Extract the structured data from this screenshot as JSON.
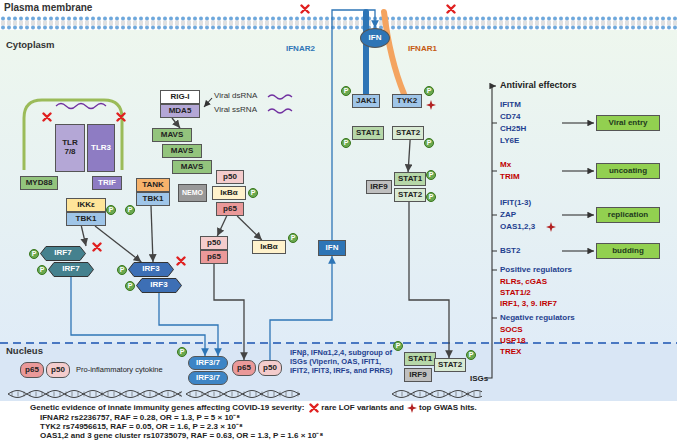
{
  "diagram": {
    "nodes": [
      {
        "text": [
          "TLR 7/8"
        ]
      },
      {
        "text": [
          "TLR3"
        ]
      },
      {
        "text": [
          "MYD88"
        ]
      },
      {
        "text": [
          "TRIF"
        ]
      },
      {
        "text": [
          "IKKε"
        ]
      },
      {
        "text": [
          "TBK1"
        ]
      },
      {
        "text": [
          "P"
        ]
      },
      {
        "text": [
          "IRF7"
        ]
      },
      {
        "text": [
          "IRF7"
        ]
      },
      {
        "text": [
          "P"
        ]
      },
      {
        "text": [
          "P"
        ]
      },
      {
        "text": [
          "IRF3"
        ]
      },
      {
        "text": [
          "IRF3"
        ]
      },
      {
        "text": [
          "P"
        ]
      },
      {
        "text": [
          "P"
        ]
      },
      {
        "text": [
          "RIG-I"
        ]
      },
      {
        "text": [
          "MDA5"
        ]
      },
      {
        "text": [
          "MAVS"
        ]
      },
      {
        "text": [
          "MAVS"
        ]
      },
      {
        "text": [
          "MAVS"
        ]
      },
      {
        "text": [
          "TANK"
        ]
      },
      {
        "text": [
          "TBK1"
        ]
      },
      {
        "text": [
          "P"
        ]
      },
      {
        "text": [
          "NEMO"
        ]
      },
      {
        "text": [
          "p50"
        ]
      },
      {
        "text": [
          "IκBα"
        ]
      },
      {
        "text": [
          "p65"
        ]
      },
      {
        "text": [
          "P"
        ]
      },
      {
        "text": [
          "p50"
        ]
      },
      {
        "text": [
          "p65"
        ]
      },
      {
        "text": [
          "IκBα"
        ]
      },
      {
        "text": [
          "P"
        ]
      },
      {
        "text": [
          "IFN"
        ]
      },
      {
        "text": [
          "IFN"
        ]
      },
      {
        "text": [
          "JAK1"
        ]
      },
      {
        "text": [
          "TYK2"
        ]
      },
      {
        "text": [
          "P"
        ]
      },
      {
        "text": [
          "P"
        ]
      },
      {
        "text": [
          "STAT1"
        ]
      },
      {
        "text": [
          "STAT2"
        ]
      },
      {
        "text": [
          "P"
        ]
      },
      {
        "text": [
          "P"
        ]
      },
      {
        "text": [
          "IRF9"
        ]
      },
      {
        "text": [
          "STAT1"
        ]
      },
      {
        "text": [
          "STAT2"
        ]
      },
      {
        "text": [
          "P"
        ]
      },
      {
        "text": [
          "P"
        ]
      },
      {
        "text": [
          "p65"
        ]
      },
      {
        "text": [
          "p50"
        ]
      },
      {
        "text": [
          "IRF3/7"
        ]
      },
      {
        "text": [
          "IRF3/7"
        ]
      },
      {
        "text": [
          "P"
        ]
      },
      {
        "text": [
          "p65"
        ]
      },
      {
        "text": [
          "p50"
        ]
      },
      {
        "text": [
          "STAT1"
        ]
      },
      {
        "text": [
          "STAT2"
        ]
      },
      {
        "text": [
          "IRF9"
        ]
      },
      {
        "text": [
          "P"
        ]
      },
      {
        "text": [
          "P"
        ]
      },
      {
        "text": [
          "Viral entry"
        ]
      },
      {
        "text": [
          "uncoating"
        ]
      },
      {
        "text": [
          "replication"
        ]
      },
      {
        "text": [
          "budding"
        ]
      }
    ],
    "edges": [
      {
        "from": 5,
        "to": 7,
        "arrow": "to"
      },
      {
        "from": 5,
        "to": 11,
        "arrow": "to"
      },
      {
        "from": 8,
        "to": 49,
        "arrow": "to"
      },
      {
        "from": 12,
        "to": 49,
        "arrow": "to"
      },
      {
        "from": 21,
        "to": 11,
        "arrow": "to"
      },
      {
        "from": 16,
        "to": 17,
        "arrow": "to"
      },
      {
        "from": 26,
        "to": 28,
        "arrow": "to"
      },
      {
        "from": 26,
        "to": 30,
        "arrow": "to"
      },
      {
        "from": 29,
        "to": 52,
        "arrow": "to"
      },
      {
        "from": 53,
        "to": 32,
        "arrow": "to"
      },
      {
        "from": 32,
        "to": 33,
        "arrow": "to"
      },
      {
        "from": 39,
        "to": 43,
        "arrow": "to"
      },
      {
        "from": 44,
        "to": 55,
        "arrow": "to"
      }
    ],
    "labels": [
      "Plasma membrane",
      "Cytoplasm",
      "Nucleus",
      "Viral dsRNA",
      "Viral ssRNA",
      "IFNAR2",
      "IFNAR1",
      "Antiviral effectors",
      "IFITM",
      "CD74",
      "CH25H",
      "LY6E",
      "Mx",
      "TRIM",
      "IFIT(1-3)",
      "ZAP",
      "OAS1,2,3",
      "BST2",
      "Positive regulators",
      "RLRs, cGAS",
      "STAT1/2",
      "IRF1, 3, 9. IRF7",
      "Negative regulators",
      "SOCS",
      "USP18",
      "TREX",
      "Pro-inflammatory cytokine",
      "IFNβ, IFNα1,2,4, subgroup of ISGs (Viperin, OAS, IFIT1, IFIT2, IFIT3, IRFs, and PRRS)",
      "ISGs",
      "Genetic evidence of innate immunity genes affecting COVID-19 severity:",
      "IFNAR2 rs2236757, RAF = 0.28, OR = 1.3, P = 5 × 10⁻⁸",
      "TYK2 rs74956615, RAF = 0.05, OR = 1.6, P = 2.3 × 10⁻⁸",
      "OAS1,2 and 3 gene cluster rs10735079, RAF = 0.63, OR = 1.3, P = 1.6 × 10⁻⁸"
    ],
    "legend": [
      {
        "text": "rare LOF variants and"
      },
      {
        "text": "top GWAS hits."
      }
    ]
  }
}
